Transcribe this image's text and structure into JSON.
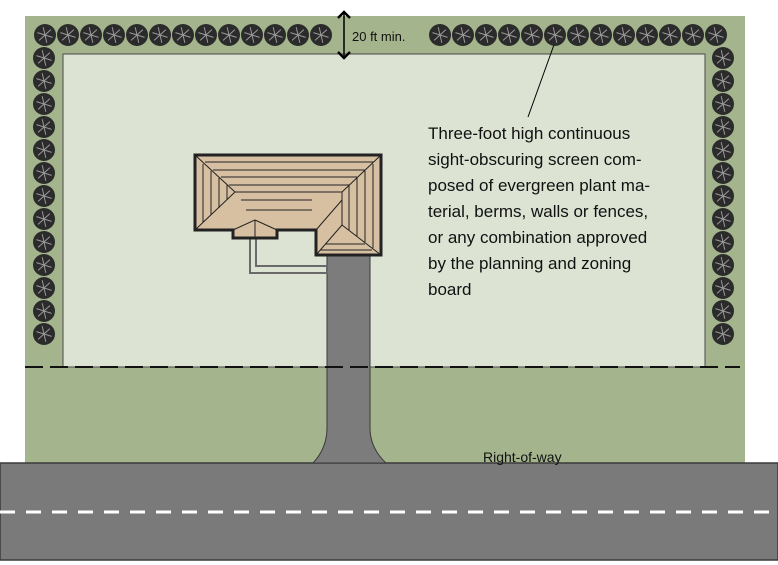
{
  "setback_label": "20 ft min.",
  "screen_note_lines": [
    "Three-foot high continuous",
    "sight-obscuring screen com-",
    "posed of evergreen plant ma-",
    "terial, berms, walls or fences,",
    "or any combination approved",
    "by the planning and zoning",
    "board"
  ],
  "right_of_way_label": "Right-of-way",
  "colors": {
    "outer_lawn": "#a4b48d",
    "inner_lot": "#dce3d3",
    "road": "#7a7a7a",
    "driveway": "#7c7c7c",
    "roof": "#d6c0a1",
    "shrub": "#2b2b2b",
    "lane_marking": "#ffffff"
  }
}
